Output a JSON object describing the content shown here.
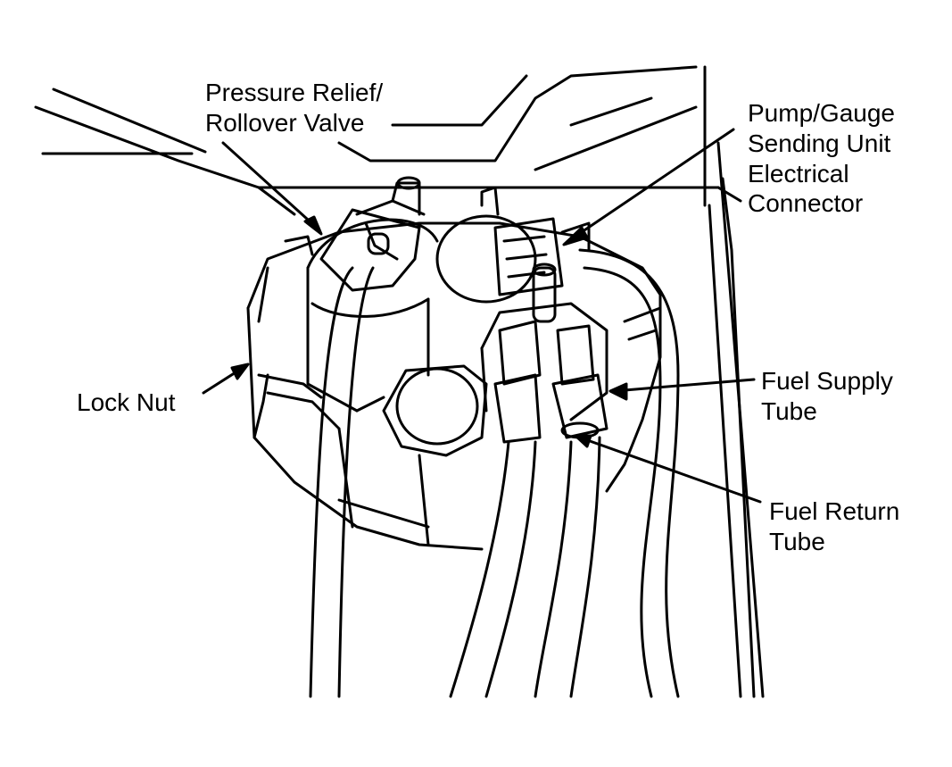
{
  "colors": {
    "ink": "#000000",
    "paper": "#ffffff"
  },
  "callouts": {
    "pressure_relief": {
      "lines": [
        "Pressure Relief/",
        "Rollover Valve"
      ]
    },
    "pump_gauge": {
      "lines": [
        "Pump/Gauge",
        "Sending Unit",
        "Electrical",
        "Connector"
      ]
    },
    "lock_nut": {
      "lines": [
        "Lock Nut"
      ]
    },
    "fuel_supply": {
      "lines": [
        "Fuel Supply",
        "Tube"
      ]
    },
    "fuel_return": {
      "lines": [
        "Fuel Return",
        "Tube"
      ]
    }
  }
}
